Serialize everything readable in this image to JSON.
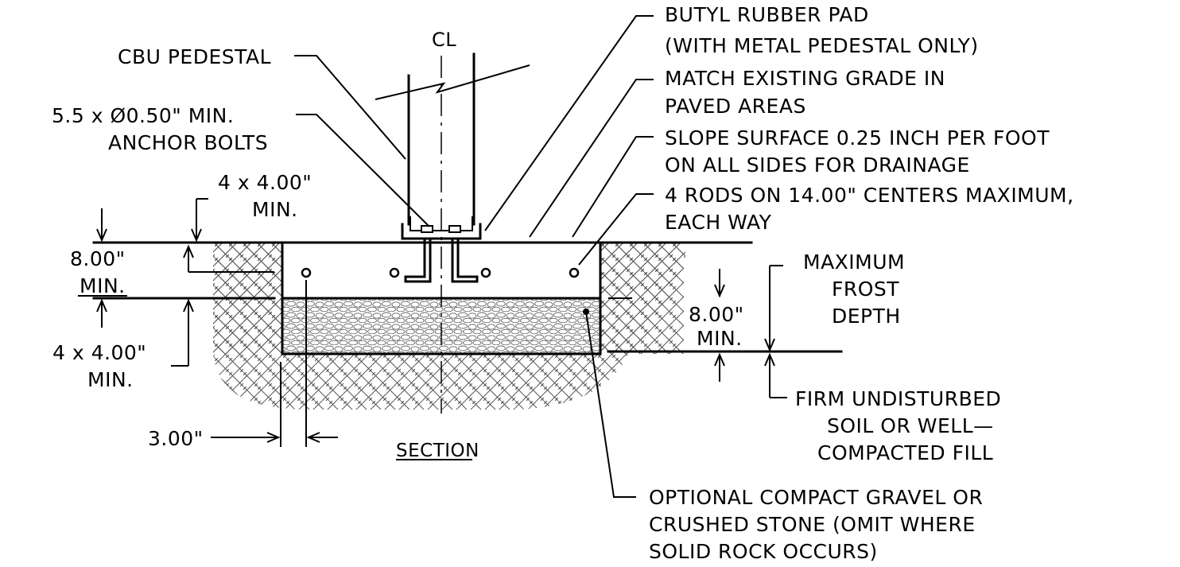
{
  "diagram": {
    "centerline_symbol": "CL",
    "section_title": "SECTION",
    "labels": {
      "butyl_pad_line1": "BUTYL RUBBER PAD",
      "butyl_pad_line2": "(WITH METAL PEDESTAL ONLY)",
      "cbu_pedestal": "CBU PEDESTAL",
      "match_grade_line1": "MATCH EXISTING GRADE IN",
      "match_grade_line2": "PAVED AREAS",
      "anchor_bolts_line1": "5.5 x  Ø0.50\" MIN.",
      "anchor_bolts_line2": "ANCHOR BOLTS",
      "slope_line1": "SLOPE SURFACE 0.25 INCH PER FOOT",
      "slope_line2": "ON ALL SIDES FOR DRAINAGE",
      "top_dim_line1": "4 x 4.00\"",
      "top_dim_line2": "MIN.",
      "rods_line1": "4 RODS ON 14.00\" CENTERS MAXIMUM,",
      "rods_line2": "EACH WAY",
      "slab_dim_line1": "8.00\"",
      "slab_dim_line2": "MIN.",
      "frost_line1": "MAXIMUM",
      "frost_line2": "FROST",
      "frost_line3": "DEPTH",
      "gravel_dim_line1": "8.00\"",
      "gravel_dim_line2": "MIN.",
      "bottom_dim_line1": "4 x 4.00\"",
      "bottom_dim_line2": "MIN.",
      "edge_dim": "3.00\"",
      "firm_soil_line1": "FIRM UNDISTURBED",
      "firm_soil_line2": "SOIL OR WELL—",
      "firm_soil_line3": "COMPACTED FILL",
      "gravel_note_line1": "OPTIONAL COMPACT GRAVEL OR",
      "gravel_note_line2": "CRUSHED STONE (OMIT WHERE",
      "gravel_note_line3": "SOLID ROCK OCCURS)"
    }
  }
}
